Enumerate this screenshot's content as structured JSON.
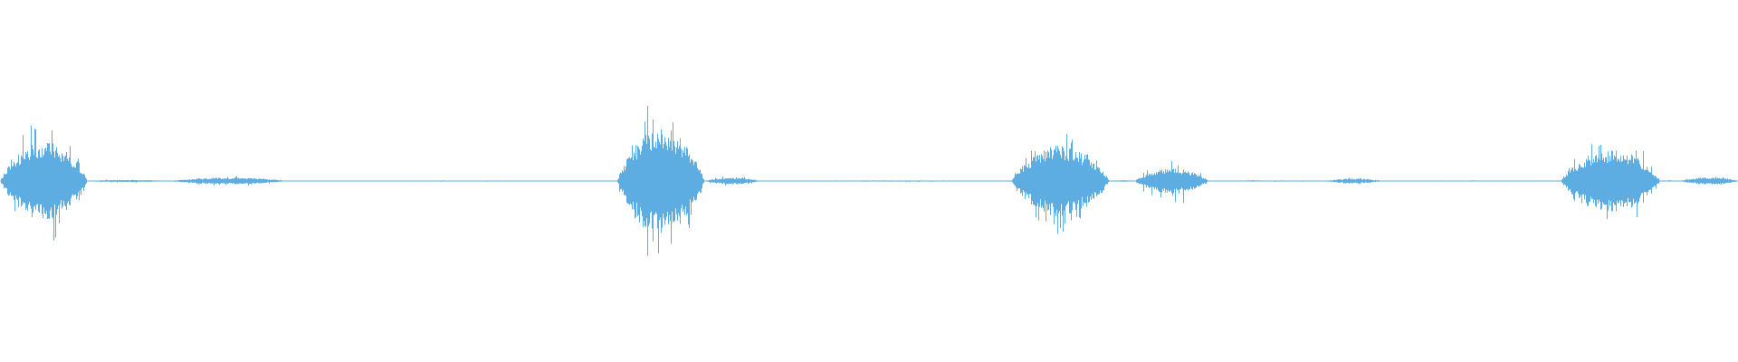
{
  "waveform": {
    "color": "#5dade2",
    "center_line": 0.5,
    "segments": [
      {
        "start": 0.0,
        "end": 0.05,
        "peak": 0.4,
        "body": 0.22
      },
      {
        "start": 0.05,
        "end": 0.098,
        "peak": 0.012,
        "body": 0.006
      },
      {
        "start": 0.098,
        "end": 0.165,
        "peak": 0.03,
        "body": 0.018
      },
      {
        "start": 0.165,
        "end": 0.355,
        "peak": 0.004,
        "body": 0.002
      },
      {
        "start": 0.355,
        "end": 0.405,
        "peak": 0.52,
        "body": 0.3
      },
      {
        "start": 0.405,
        "end": 0.437,
        "peak": 0.03,
        "body": 0.018
      },
      {
        "start": 0.437,
        "end": 0.582,
        "peak": 0.005,
        "body": 0.003
      },
      {
        "start": 0.582,
        "end": 0.638,
        "peak": 0.33,
        "body": 0.2
      },
      {
        "start": 0.638,
        "end": 0.653,
        "peak": 0.008,
        "body": 0.004
      },
      {
        "start": 0.653,
        "end": 0.695,
        "peak": 0.14,
        "body": 0.07
      },
      {
        "start": 0.695,
        "end": 0.763,
        "peak": 0.006,
        "body": 0.003
      },
      {
        "start": 0.763,
        "end": 0.795,
        "peak": 0.02,
        "body": 0.014
      },
      {
        "start": 0.795,
        "end": 0.898,
        "peak": 0.004,
        "body": 0.002
      },
      {
        "start": 0.898,
        "end": 0.955,
        "peak": 0.32,
        "body": 0.18
      },
      {
        "start": 0.955,
        "end": 0.967,
        "peak": 0.006,
        "body": 0.003
      },
      {
        "start": 0.967,
        "end": 1.0,
        "peak": 0.03,
        "body": 0.02
      }
    ]
  }
}
